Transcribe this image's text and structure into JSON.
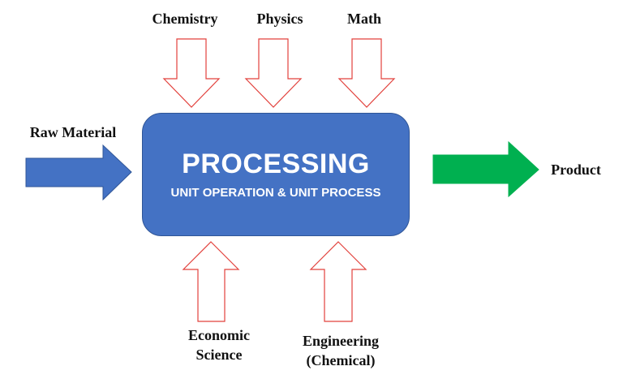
{
  "process": {
    "title": "PROCESSING",
    "subtitle": "UNIT OPERATION & UNIT PROCESS"
  },
  "inputs_top": [
    "Chemistry",
    "Physics",
    "Math"
  ],
  "inputs_bottom": {
    "economic": [
      "Economic",
      "Science"
    ],
    "engineering": [
      "Engineering",
      "(Chemical)"
    ]
  },
  "input_left": "Raw Material",
  "output_right": "Product",
  "colors": {
    "process_fill": "#4472c4",
    "input_arrow": "#4472c4",
    "output_arrow": "#00b050",
    "outline_arrow_stroke": "#e2413c"
  }
}
